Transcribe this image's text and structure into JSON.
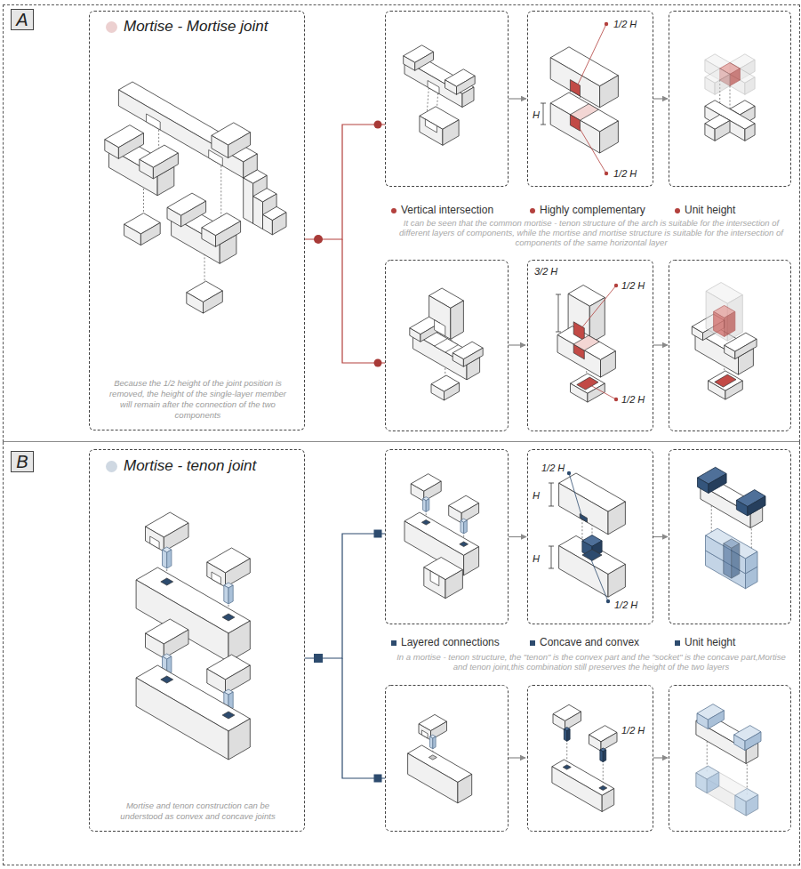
{
  "diagram": {
    "nodes": [
      {
        "text": [
          "A"
        ]
      },
      {
        "text": [
          "Mortise - Mortise joint",
          "Because the 1/2 height of the joint position is removed, the height of the single-layer member will remain after the connection of the two components"
        ],
        "in": 0
      },
      {
        "text": [
          "Vertical intersection"
        ],
        "in": 0
      },
      {
        "text": [
          "1/2 H",
          "H",
          "1/2 H",
          "Highly complementary"
        ],
        "in": 0
      },
      {
        "text": [
          "Unit height"
        ],
        "in": 0
      },
      {
        "text": [
          "3/2 H",
          "1/2 H",
          "1/2 H"
        ],
        "in": 0
      },
      {
        "text": [
          "B"
        ]
      },
      {
        "text": [
          "Mortise - tenon joint",
          "Mortise and tenon construction can be understood as convex and concave joints"
        ],
        "in": 6
      },
      {
        "text": [
          "Layered connections"
        ],
        "in": 6
      },
      {
        "text": [
          "1/2 H",
          "H",
          "H",
          "1/2 H",
          "Concave and convex"
        ],
        "in": 6
      },
      {
        "text": [
          "Unit height"
        ],
        "in": 6
      },
      {
        "text": [
          "1/2 H"
        ],
        "in": 6
      }
    ],
    "edges": [
      {
        "from": 1,
        "to": 2,
        "arrow": "none"
      },
      {
        "from": 2,
        "to": 3,
        "arrow": "to"
      },
      {
        "from": 3,
        "to": 4,
        "arrow": "to"
      },
      {
        "from": 7,
        "to": 8,
        "arrow": "none"
      },
      {
        "from": 8,
        "to": 9,
        "arrow": "to"
      },
      {
        "from": 9,
        "to": 10,
        "arrow": "to"
      }
    ],
    "labels": [
      "It can be seen that the common mortise - tenon structure of the arch is suitable for the intersection of different layers of components, while the mortise and mortise structure is suitable for the intersection of components of the same horizontal layer",
      "In a mortise - tenon structure, the \"tenon\" is the convex part and the \"socket\" is the concave part,Mortise and tenon joint,this combination still preserves the height of the two layers"
    ]
  }
}
